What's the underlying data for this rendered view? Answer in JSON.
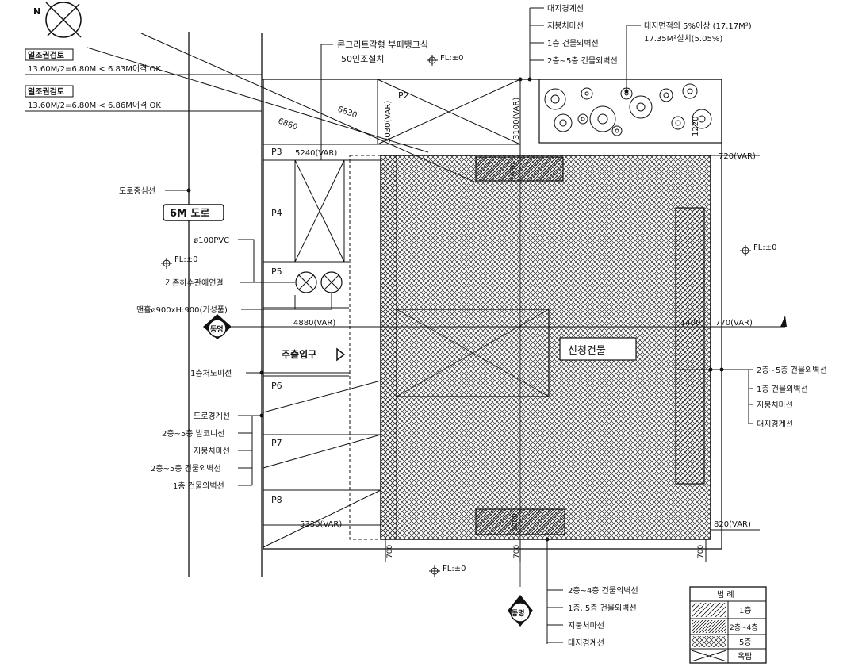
{
  "north": "N",
  "sunlight": [
    {
      "title": "일조권검토",
      "check": "13.60M/2=6.80M < 6.83M이격 OK"
    },
    {
      "title": "일조권검토",
      "check": "13.60M/2=6.80M < 6.86M이격 OK"
    }
  ],
  "top_notes": {
    "septic_line1": "콘크리트각형 부패탱크식",
    "septic_line2": "50인조설치",
    "fl_top": "FL:±0",
    "landscape_line1": "대지면적의 5%이상 (17.17M²)",
    "landscape_line2": "17.35M²설치(5.05%)"
  },
  "top_callouts": [
    "대지경계선",
    "지붕처마선",
    "1층 건물외벽선",
    "2층~5층 건물외벽선"
  ],
  "left_labels": {
    "road_center": "도로중심선",
    "road": "6M 도로",
    "pvc": "ø100PVC",
    "fl_left": "FL:±0",
    "sewer": "기존하수관에연결",
    "manhole": "맨홀ø900xH:900(기성품)",
    "main_entrance": "주출입구",
    "eave_1f": "1층처노미선"
  },
  "left_callouts": [
    "도로경계선",
    "2층~5층 발코니선",
    "지붕처마선",
    "2층~5층 건물외벽선",
    "1층 건물외벽선"
  ],
  "parking": [
    "P2",
    "P3",
    "P4",
    "P5",
    "P6",
    "P7",
    "P8"
  ],
  "dims": {
    "d6860": "6860",
    "d6830": "6830",
    "d5240": "5240(VAR)",
    "d3030": "3030(VAR)",
    "d3100": "3100(VAR)",
    "d1220": "1220",
    "d720a": "720(VAR)",
    "d4880": "4880(VAR)",
    "d1400": "1400",
    "d770": "770(VAR)",
    "d5330": "5330(VAR)",
    "d820": "820(VAR)",
    "d700": "700",
    "d1950": "1950",
    "d1000": "1000"
  },
  "building_label": "신청건물",
  "right_labels": {
    "fl_right": "FL:±0"
  },
  "right_callouts": [
    "2층~5층 건물외벽선",
    "1층 건물외벽선",
    "지붕처마선",
    "대지경계선"
  ],
  "bottom_labels": {
    "fl_bottom": "FL:±0"
  },
  "bottom_callouts": [
    "2층~4층 건물외벽선",
    "1층, 5층 건물외벽선",
    "지붕처마선",
    "대지경계선"
  ],
  "sign": "동명",
  "legend": {
    "title": "범 례",
    "items": [
      "1층",
      "2층~4층",
      "5층",
      "옥탑"
    ]
  }
}
